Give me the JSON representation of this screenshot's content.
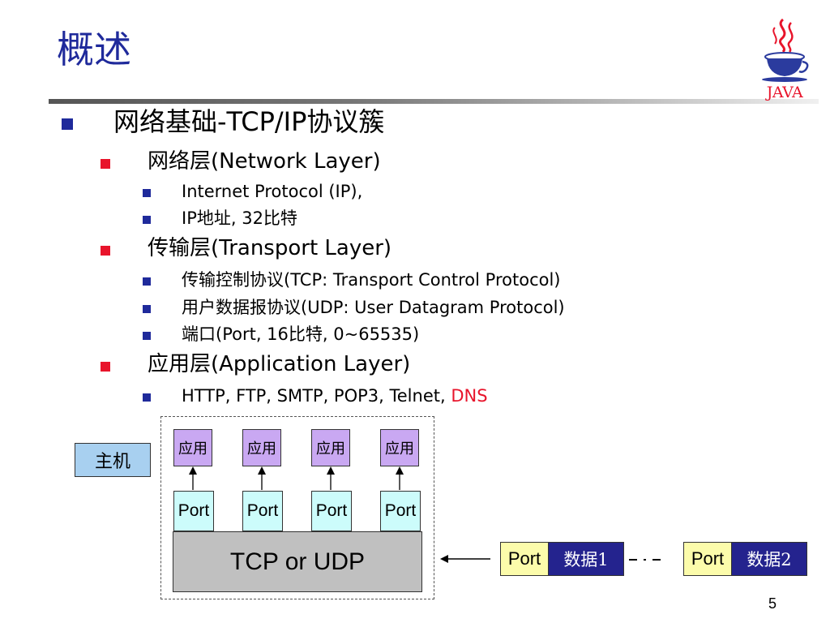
{
  "slide": {
    "title": "概述",
    "page_number": "5"
  },
  "outline": {
    "level1": "网络基础-TCP/IP协议簇",
    "network_layer": {
      "heading": "网络层(Network Layer)",
      "items": [
        "Internet Protocol (IP),",
        "IP地址, 32比特"
      ]
    },
    "transport_layer": {
      "heading": "传输层(Transport Layer)",
      "items": [
        "传输控制协议(TCP: Transport Control Protocol)",
        "用户数据报协议(UDP: User Datagram Protocol)",
        "端口(Port, 16比特, 0~65535)"
      ]
    },
    "application_layer": {
      "heading": "应用层(Application Layer)",
      "items_prefix": "HTTP, FTP, SMTP, POP3, Telnet, ",
      "items_highlight": "DNS"
    }
  },
  "diagram": {
    "host_label": "主机",
    "app_label": "应用",
    "port_label": "Port",
    "transport_label": "TCP or UDP",
    "packet1_port": "Port",
    "packet1_data": "数据1",
    "packet2_port": "Port",
    "packet2_data": "数据2"
  },
  "logo": {
    "text": "JAVA"
  },
  "colors": {
    "title": "#1f2a9b",
    "bullet_red": "#e8142b",
    "app_box": "#c9a8f2",
    "port_box": "#ccfcfb",
    "transport_box": "#c0c0c0",
    "host_box": "#a8d0f0",
    "packet_port": "#fcfcab",
    "packet_data": "#24238e"
  }
}
